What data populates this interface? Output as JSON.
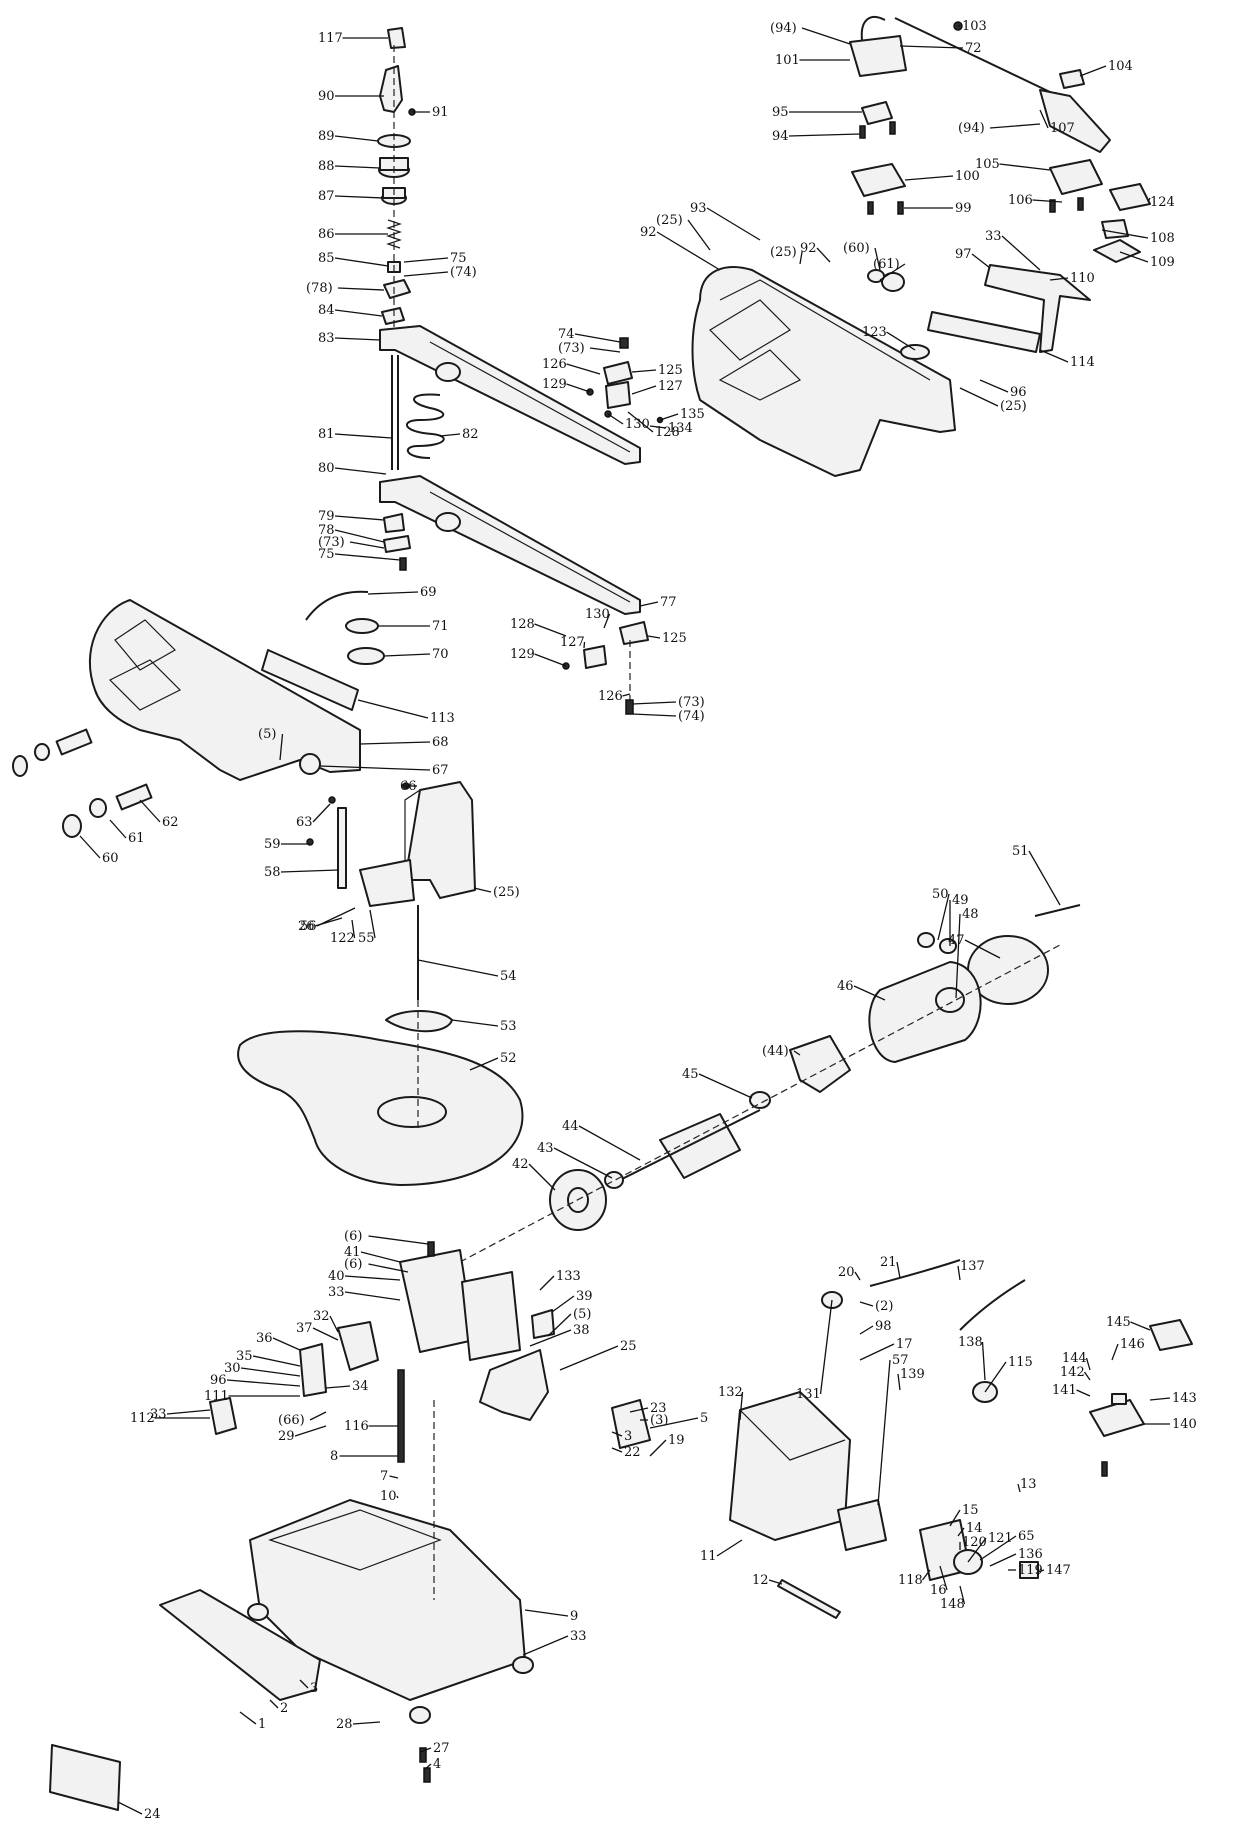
{
  "diagram": {
    "colors": {
      "line": "#1a1a1a",
      "fill": "#f2f2f2",
      "dark": "#2b2b2b",
      "background": "#ffffff"
    },
    "callouts": [
      "117",
      "90",
      "91",
      "89",
      "88",
      "87",
      "86",
      "85",
      "75",
      "(74)",
      "(78)",
      "84",
      "83",
      "81",
      "82",
      "80",
      "79",
      "78",
      "(73)",
      "75",
      "(94)",
      "103",
      "72",
      "101",
      "104",
      "95",
      "94",
      "(94)",
      "107",
      "100",
      "99",
      "105",
      "106",
      "124",
      "93",
      "(25)",
      "92",
      "(25)",
      "92",
      "(60)",
      "(61)",
      "97",
      "33",
      "110",
      "108",
      "109",
      "123",
      "114",
      "96",
      "(25)",
      "74",
      "(73)",
      "126",
      "125",
      "129",
      "127",
      "135",
      "134",
      "130",
      "128",
      "69",
      "71",
      "70",
      "77",
      "128",
      "127",
      "130",
      "125",
      "129",
      "126",
      "(73)",
      "(74)",
      "113",
      "68",
      "(5)",
      "67",
      "62",
      "61",
      "60",
      "66",
      "63",
      "59",
      "58",
      "56",
      "(25)",
      "26",
      "122",
      "55",
      "54",
      "53",
      "52",
      "51",
      "50",
      "49",
      "48",
      "47",
      "46",
      "(44)",
      "45",
      "44",
      "43",
      "42",
      "(6)",
      "41",
      "(6)",
      "40",
      "33",
      "133",
      "39",
      "32",
      "(5)",
      "38",
      "37",
      "36",
      "35",
      "30",
      "25",
      "96",
      "111",
      "34",
      "33",
      "112",
      "(66)",
      "29",
      "116",
      "8",
      "7",
      "10",
      "9",
      "33",
      "28",
      "27",
      "4",
      "3",
      "2",
      "1",
      "24",
      "23",
      "(3)",
      "5",
      "3",
      "22",
      "19",
      "132",
      "131",
      "20",
      "21",
      "(2)",
      "98",
      "17",
      "57",
      "139",
      "137",
      "138",
      "115",
      "11",
      "12",
      "118",
      "16",
      "15",
      "14",
      "120",
      "121",
      "65",
      "136",
      "119",
      "13",
      "148",
      "147",
      "145",
      "146",
      "144",
      "143",
      "142",
      "141",
      "140"
    ]
  }
}
